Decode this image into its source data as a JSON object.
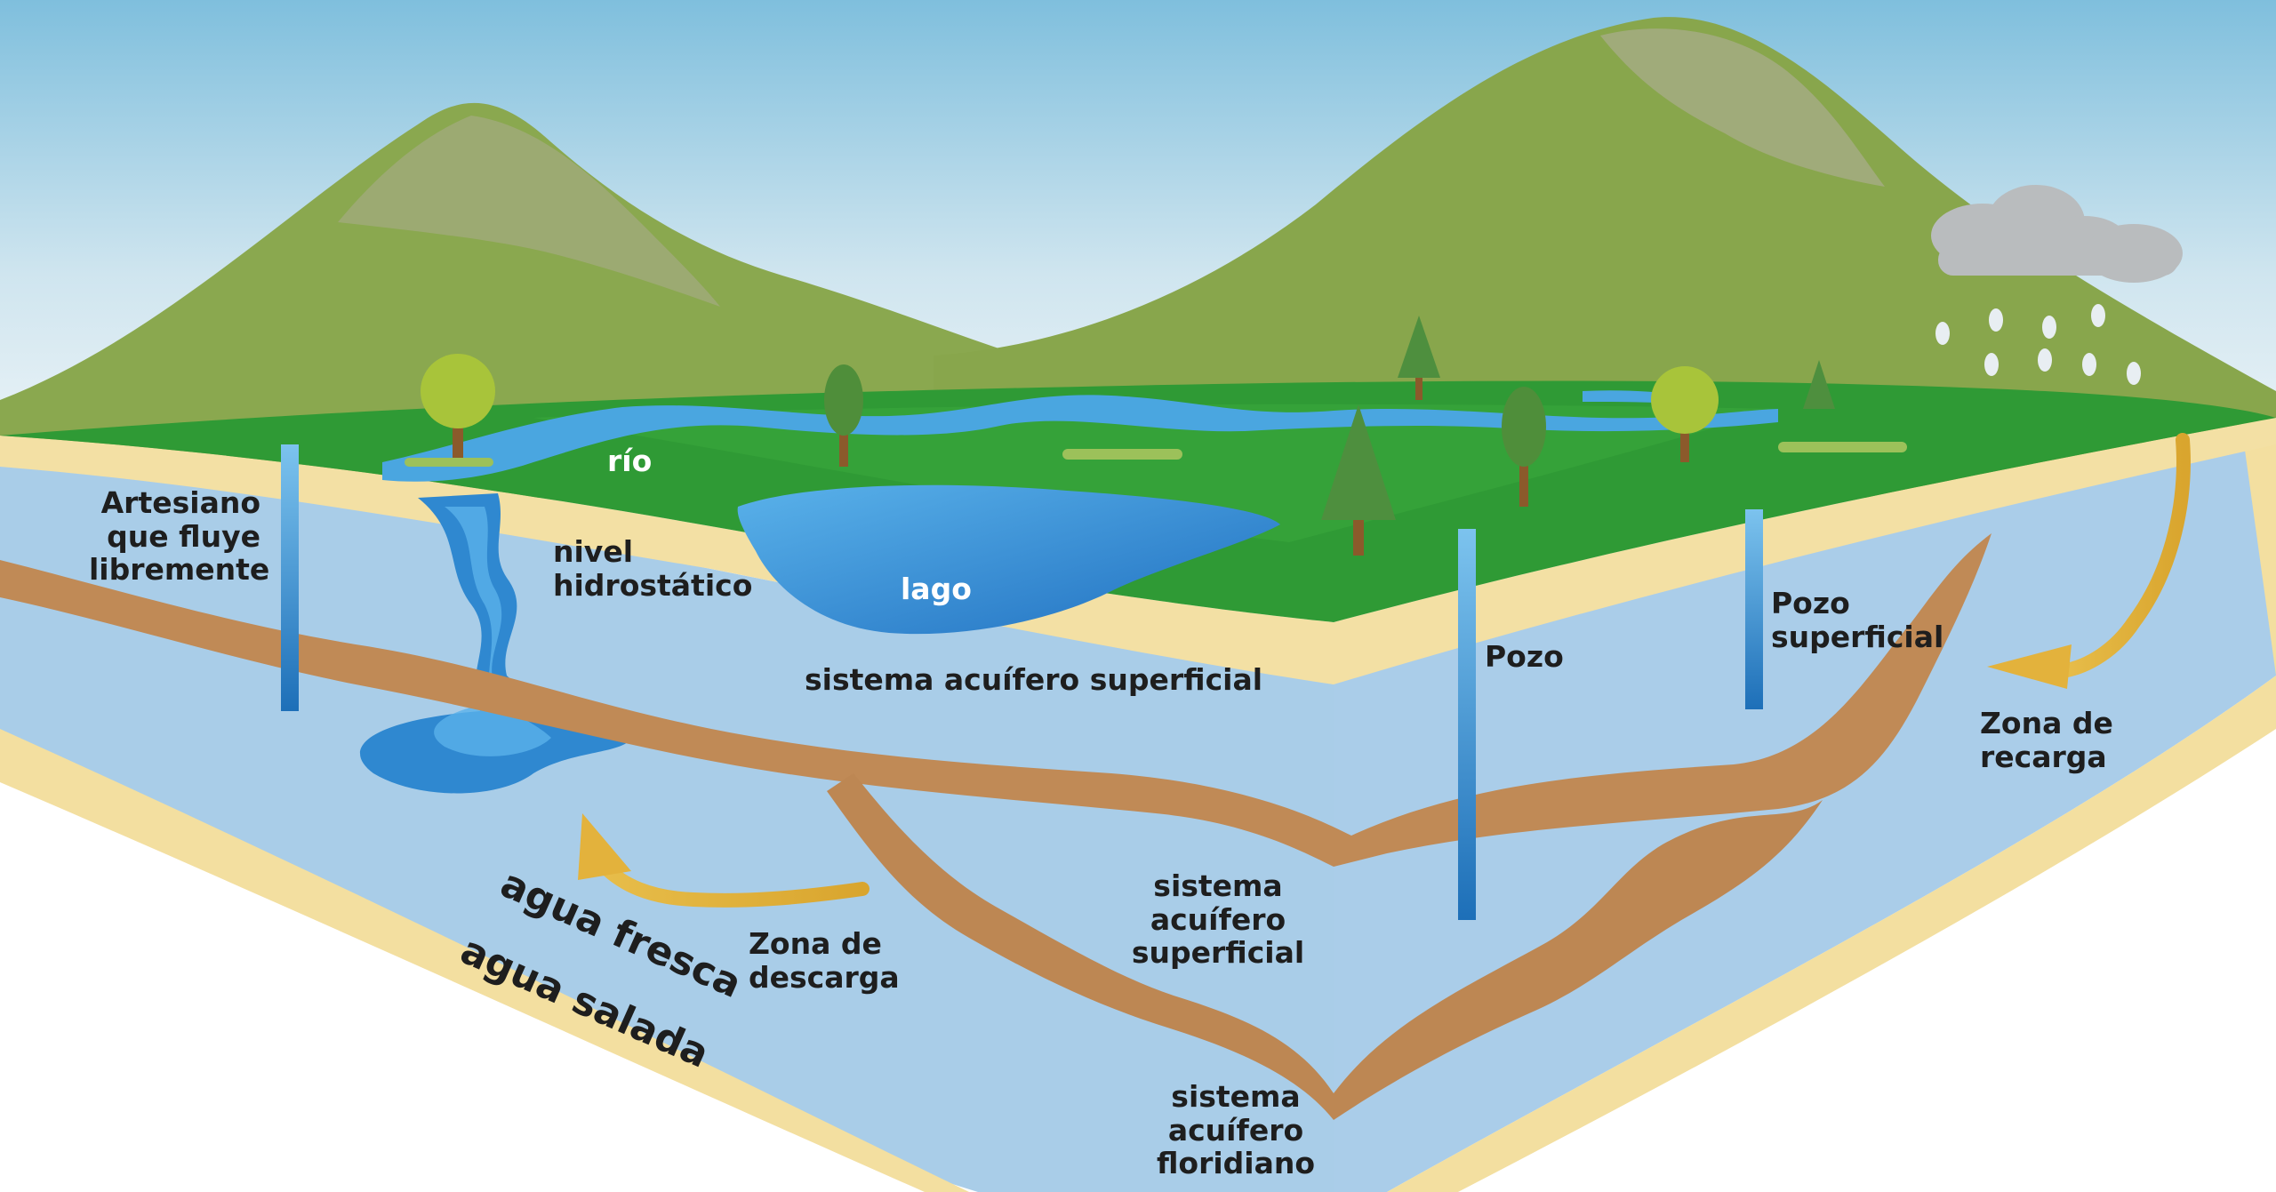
{
  "labels": {
    "artesiano": "Artesiano\nque fluye\nlibremente",
    "rio": "río",
    "nivel": "nivel\nhidrostático",
    "lago": "lago",
    "sistema_sup_top": "sistema acuífero superficial",
    "pozo": "Pozo",
    "pozo_superficial": "Pozo\nsuperficial",
    "zona_recarga": "Zona de\nrecarga",
    "sistema_sup_lower": "sistema\nacuífero\nsuperficial",
    "zona_descarga": "Zona de\ndescarga",
    "agua_fresca": "agua fresca",
    "agua_salada": "agua salada",
    "sistema_floridiano": "sistema\nacuífero\nfloridiano"
  },
  "colors": {
    "sky_top": "#7fbfdd",
    "sky_bottom": "#e6f1f6",
    "mountain": "#8aa84f",
    "mountain_shade": "#a3ab7e",
    "grass": "#2f9a35",
    "aquifer": "#a9cde8",
    "aquifer_light": "#bcd8ee",
    "clay": "#c08a56",
    "sand": "#f3dfa0",
    "water_deep": "#1f74c4",
    "water_light": "#5ab2ea",
    "arrow": "#e3b23c",
    "cloud": "#b9bcbe"
  }
}
